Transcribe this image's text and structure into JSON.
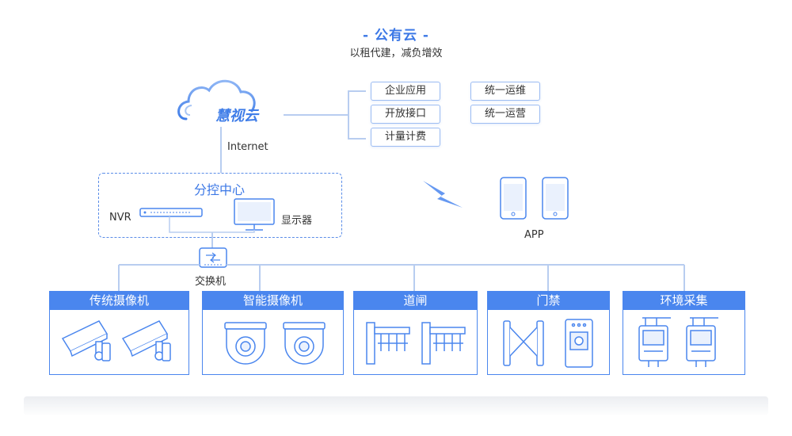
{
  "header": {
    "title": "- 公有云 -",
    "subtitle": "以租代建，减负增效"
  },
  "cloud": {
    "logo_text": "慧视云",
    "link_label": "Internet"
  },
  "services": {
    "left": [
      "企业应用",
      "开放接口",
      "计量计费"
    ],
    "right": [
      "统一运维",
      "统一运营"
    ]
  },
  "branch": {
    "title": "分控中心",
    "nvr_label": "NVR",
    "monitor_label": "显示器"
  },
  "app": {
    "label": "APP"
  },
  "switch": {
    "label": "交换机"
  },
  "cards": [
    {
      "title": "传统摄像机"
    },
    {
      "title": "智能摄像机"
    },
    {
      "title": "道闸"
    },
    {
      "title": "门禁"
    },
    {
      "title": "环境采集"
    }
  ],
  "colors": {
    "accent": "#4a86ee",
    "title": "#3c78e6",
    "line": "#b8cdf0"
  }
}
